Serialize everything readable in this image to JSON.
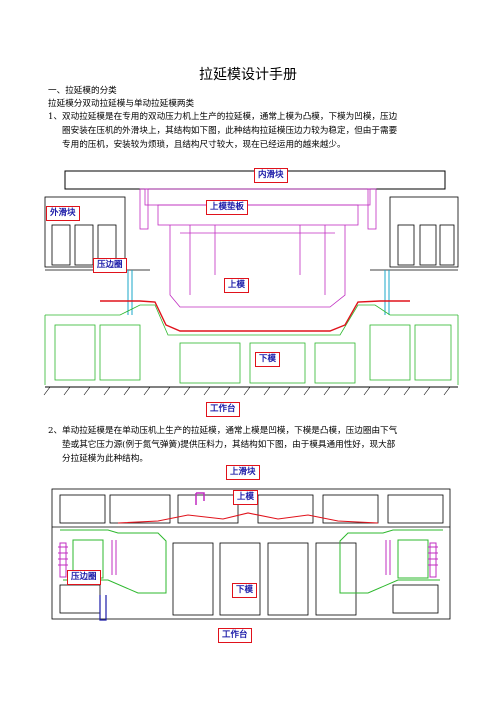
{
  "doc_title": "拉延模设计手册",
  "section_heading": "一、拉延模的分类",
  "intro": "拉延模分双动拉延模与单动拉延模两类",
  "para1": {
    "lead": "1、双动拉延模是在专用的双动压力机上生产的拉延模，通常上模为凸模，下模为凹模，压边",
    "cont1": "圈安装在压机的外滑块上，其结构如下图，此种结构拉延模压边力较为稳定，但由于需要",
    "cont2": "专用的压机，安装较为烦琐，且结构尺寸较大，现在已经运用的越来越少。"
  },
  "para2": {
    "lead": "2、单动拉延模是在单动压机上生产的拉延模，通常上模是凹模，下模是凸模，压边圈由下气",
    "cont1": "垫或其它压力源(例于氮气弹簧)提供压料力，其结构如下图，由于模具通用性好，现大部",
    "cont2": "分拉延模为此种结构。"
  },
  "fig1_labels": {
    "inner_slide": "内滑块",
    "upper_plate": "上模垫板",
    "outer_slide": "外滑块",
    "blank_holder": "压边圈",
    "upper_die": "上模",
    "lower_die": "下模",
    "bed": "工作台"
  },
  "fig2_labels": {
    "upper_slide": "上滑块",
    "upper_die": "上模",
    "blank_holder": "压边圈",
    "lower_die": "下模",
    "bed": "工作台"
  },
  "colors": {
    "label_border": "#e0121b",
    "label_text": "#1a1aa8",
    "magenta": "#c02cc0",
    "green": "#2db82d",
    "red_line": "#e0121b",
    "cyan": "#19a7c9",
    "black": "#000000"
  }
}
